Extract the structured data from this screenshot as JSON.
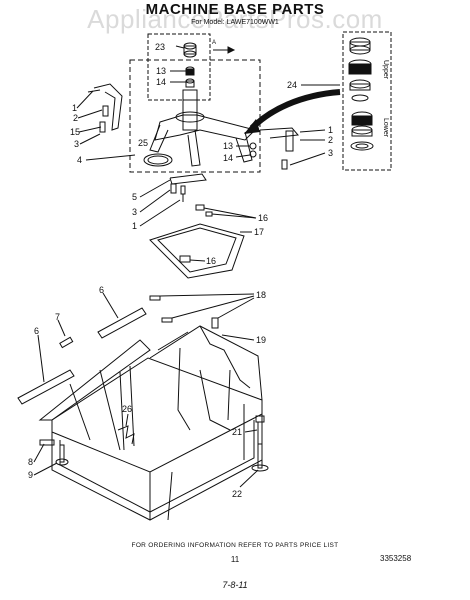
{
  "page": {
    "title": "MACHINE BASE PARTS",
    "model_line": "For Model: LAWE7100WW1",
    "watermark": "AppliancePartsPros.com",
    "footer_text": "FOR ORDERING INFORMATION REFER TO PARTS PRICE LIST",
    "page_number": "11",
    "doc_number": "3353258",
    "date_mark": "7-8-11"
  },
  "callouts": [
    {
      "id": "c-23",
      "label": "23"
    },
    {
      "id": "c-13a",
      "label": "13"
    },
    {
      "id": "c-14a",
      "label": "14"
    },
    {
      "id": "c-24",
      "label": "24"
    },
    {
      "id": "c-1a",
      "label": "1"
    },
    {
      "id": "c-2a",
      "label": "2"
    },
    {
      "id": "c-15",
      "label": "15"
    },
    {
      "id": "c-3a",
      "label": "3"
    },
    {
      "id": "c-4",
      "label": "4"
    },
    {
      "id": "c-25",
      "label": "25"
    },
    {
      "id": "c-13b",
      "label": "13"
    },
    {
      "id": "c-14b",
      "label": "14"
    },
    {
      "id": "c-1b",
      "label": "1"
    },
    {
      "id": "c-2b",
      "label": "2"
    },
    {
      "id": "c-3b",
      "label": "3"
    },
    {
      "id": "c-5",
      "label": "5"
    },
    {
      "id": "c-3c",
      "label": "3"
    },
    {
      "id": "c-1c",
      "label": "1"
    },
    {
      "id": "c-16a",
      "label": "16"
    },
    {
      "id": "c-17",
      "label": "17"
    },
    {
      "id": "c-16b",
      "label": "16"
    },
    {
      "id": "c-6a",
      "label": "6"
    },
    {
      "id": "c-18",
      "label": "18"
    },
    {
      "id": "c-7",
      "label": "7"
    },
    {
      "id": "c-6b",
      "label": "6"
    },
    {
      "id": "c-19",
      "label": "19"
    },
    {
      "id": "c-26",
      "label": "26"
    },
    {
      "id": "c-8",
      "label": "8"
    },
    {
      "id": "c-9",
      "label": "9"
    },
    {
      "id": "c-21",
      "label": "21"
    },
    {
      "id": "c-22",
      "label": "22"
    }
  ],
  "side_panel": {
    "upper_label": "Upper",
    "lower_label": "Lower",
    "arrow_marker": "A"
  }
}
